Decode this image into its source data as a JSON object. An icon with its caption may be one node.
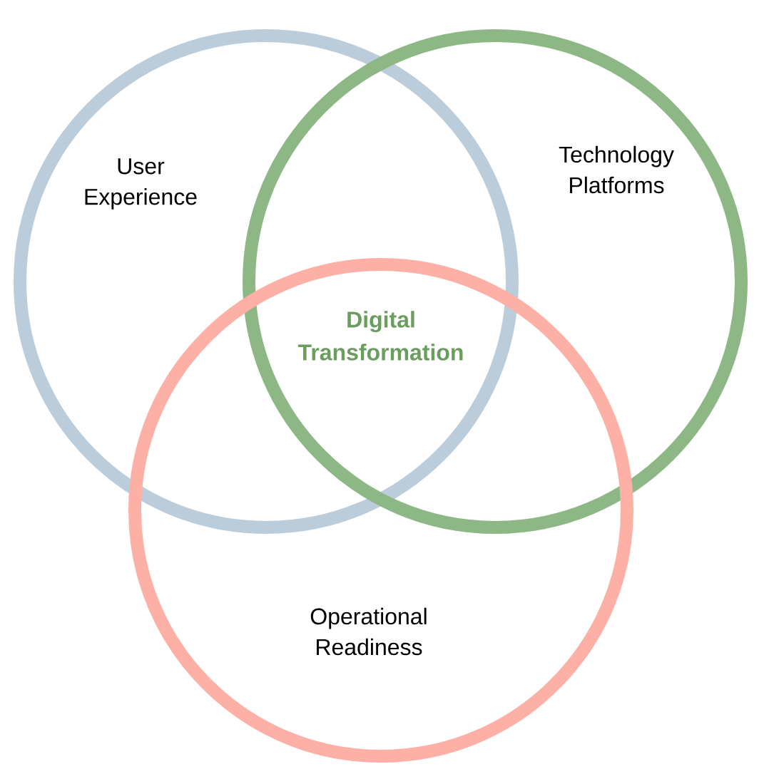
{
  "diagram": {
    "nodes": [
      {
        "text": [
          "User Experience"
        ]
      },
      {
        "text": [
          "Technology Platforms"
        ]
      },
      {
        "text": [
          "Operational Readiness"
        ]
      }
    ],
    "labels": [
      "Digital Transformation"
    ]
  }
}
